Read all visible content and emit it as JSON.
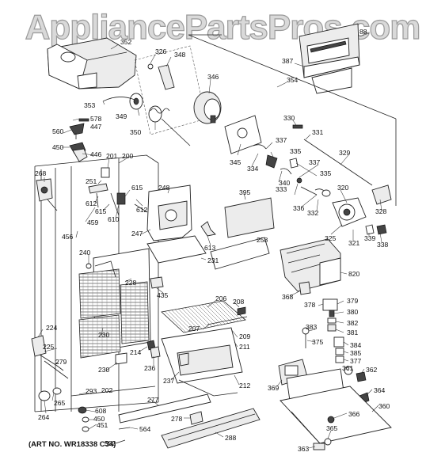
{
  "watermark": "AppliancePartsPros.com",
  "art_number": "(ART NO. WR18338 C34)",
  "callouts": {
    "p352": "352",
    "p326": "326",
    "p348": "348",
    "p346": "346",
    "p387": "387",
    "p354": "354",
    "p88": "88",
    "p578": "578",
    "p447": "447",
    "p560": "560",
    "p353": "353",
    "p349": "349",
    "p350": "350",
    "p450": "450",
    "p446": "446",
    "p201": "201",
    "p200": "200",
    "p268": "268",
    "p330": "330",
    "p331": "331",
    "p345": "345",
    "p337a": "337",
    "p335a": "335",
    "p329": "329",
    "p334": "334",
    "p333": "333",
    "p337b": "337",
    "p335b": "335",
    "p340": "340",
    "p251": "251",
    "p615a": "615",
    "p248": "248",
    "p395": "395",
    "p320": "320",
    "p336": "336",
    "p332": "332",
    "p328": "328",
    "p612a": "612",
    "p612b": "612",
    "p615b": "615",
    "p610": "610",
    "p459": "459",
    "p456": "456",
    "p247": "247",
    "p339": "339",
    "p325": "325",
    "p321": "321",
    "p338": "338",
    "p258": "258",
    "p613": "613",
    "p240": "240",
    "p231": "231",
    "p820": "820",
    "p228": "228",
    "p435": "435",
    "p368": "368",
    "p206": "206",
    "p208": "208",
    "p378": "378",
    "p379": "379",
    "p380": "380",
    "p207": "207",
    "p382": "382",
    "p381": "381",
    "p224": "224",
    "p230a": "230",
    "p209": "209",
    "p211": "211",
    "p383": "383",
    "p375": "375",
    "p384": "384",
    "p225": "225",
    "p214": "214",
    "p385": "385",
    "p377": "377",
    "p279": "279",
    "p236": "236",
    "p230b": "230",
    "p361": "361",
    "p362": "362",
    "p237": "237",
    "p212": "212",
    "p369": "369",
    "p293": "293",
    "p202": "202",
    "p364": "364",
    "p265": "265",
    "p277": "277",
    "p608": "608",
    "p360": "360",
    "p264": "264",
    "p450b": "450",
    "p366": "366",
    "p451": "451",
    "p278": "278",
    "p564": "564",
    "p552": "552",
    "p365": "365",
    "p288": "288",
    "p363": "363"
  }
}
